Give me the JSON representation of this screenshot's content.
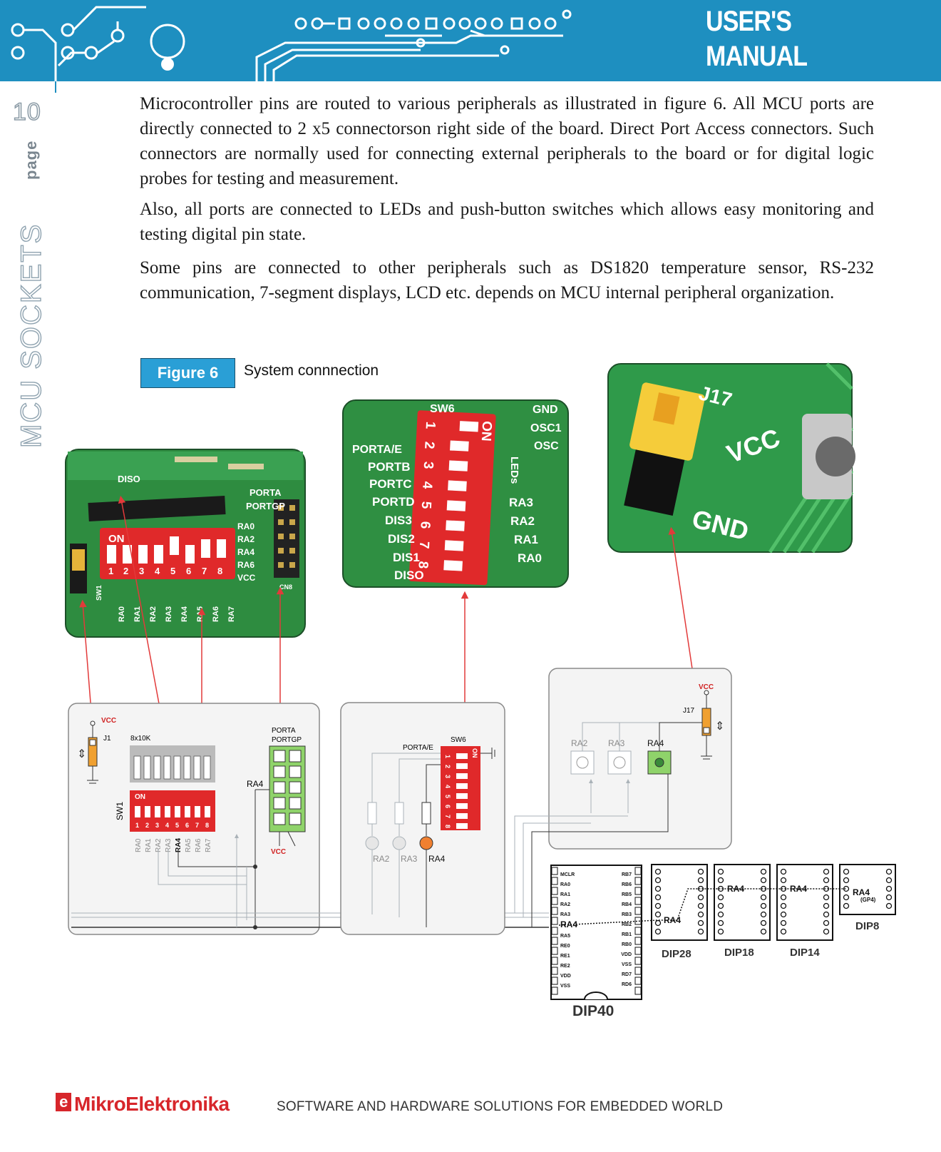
{
  "header": {
    "title_line1": "USER'S",
    "title_line2": "MANUAL"
  },
  "sidebar": {
    "page_number": "10",
    "page_label": "page",
    "section_title": "MCU SOCKETS"
  },
  "body": {
    "paragraphs": [
      "Microcontroller pins are routed to various peripherals as illustrated in figure 6. All MCU ports are directly connected to 2 x5 connectorson right side of the board. Direct Port Access connectors. Such connectors are normally used for connecting external peripherals to the board or for digital logic probes for testing and measurement.",
      "Also, all ports are connected to LEDs and push-button switches which allows easy monitoring and testing digital pin state.",
      "Some pins are connected to other peripherals such as DS1820 temperature sensor, RS-232 communication, 7-segment displays, LCD etc. depends on MCU internal peripheral organization."
    ]
  },
  "figure": {
    "badge": "Figure 6",
    "caption": "System connnection",
    "photo1": {
      "labels": [
        "DISO",
        "PORTA",
        "PORTGP",
        "ON",
        "1",
        "2",
        "3",
        "4",
        "5",
        "6",
        "7",
        "8",
        "RA0",
        "RA1",
        "RA2",
        "RA3",
        "RA4",
        "RA5",
        "RA6",
        "RA7",
        "RA0",
        "RA2",
        "RA4",
        "RA6",
        "VCC",
        "CN8",
        "SW1"
      ]
    },
    "photo2": {
      "labels": [
        "SW6",
        "PORTA/E",
        "PORTB",
        "PORTC",
        "PORTD",
        "DIS3",
        "DIS2",
        "DIS1",
        "DISO",
        "ON",
        "LEDs",
        "GND",
        "OSC1",
        "OSC",
        "RA3",
        "RA2",
        "RA1",
        "RA0",
        "1",
        "2",
        "3",
        "4",
        "5",
        "6",
        "7",
        "8"
      ]
    },
    "photo3": {
      "labels": [
        "J17",
        "VCC",
        "GND"
      ]
    },
    "schem_left": {
      "vcc": "VCC",
      "j1": "J1",
      "resistor": "8x10K",
      "porta": "PORTA",
      "portgp": "PORTGP",
      "ra4": "RA4",
      "on": "ON",
      "sw1": "SW1",
      "digits": [
        "1",
        "2",
        "3",
        "4",
        "5",
        "6",
        "7",
        "8"
      ],
      "pins": [
        "RA0",
        "RA1",
        "RA2",
        "RA3",
        "RA4",
        "RA5",
        "RA6",
        "RA7"
      ],
      "vcc_bottom": "VCC"
    },
    "schem_mid": {
      "porta_e": "PORTA/E",
      "sw6": "SW6",
      "on": "ON",
      "digits": [
        "1",
        "2",
        "3",
        "4",
        "5",
        "6",
        "7",
        "8"
      ],
      "leds": [
        "RA2",
        "RA3",
        "RA4"
      ]
    },
    "schem_right": {
      "vcc": "VCC",
      "j17": "J17",
      "buttons": [
        "RA2",
        "RA3",
        "RA4"
      ]
    },
    "chips": {
      "dip40": "DIP40",
      "dip28": "DIP28",
      "dip18": "DIP18",
      "dip14": "DIP14",
      "dip8": "DIP8",
      "ra4": "RA4",
      "gp4": "(GP4)",
      "dip40_left_pins": [
        "MCLR",
        "RA0",
        "RA1",
        "RA2",
        "RA3",
        "RA4",
        "RA5",
        "RE0",
        "RE1",
        "RE2",
        "VDD",
        "VSS"
      ],
      "dip40_right_pins": [
        "RB7",
        "RB6",
        "RB5",
        "RB4",
        "RB3",
        "RB2",
        "RB1",
        "RB0",
        "VDD",
        "VSS",
        "RD7",
        "RD6"
      ]
    }
  },
  "footer": {
    "logo_e": "e",
    "logo": "MikroElektronika",
    "tagline": "SOFTWARE AND HARDWARE SOLUTIONS FOR EMBEDDED WORLD"
  },
  "colors": {
    "header_blue": "#1e8fc0",
    "badge_blue": "#2a9fd6",
    "pcb_green": "#3a9a4a",
    "switch_red": "#e0292a",
    "arrow_red": "#e23a3a",
    "logo_red": "#d7262b"
  }
}
